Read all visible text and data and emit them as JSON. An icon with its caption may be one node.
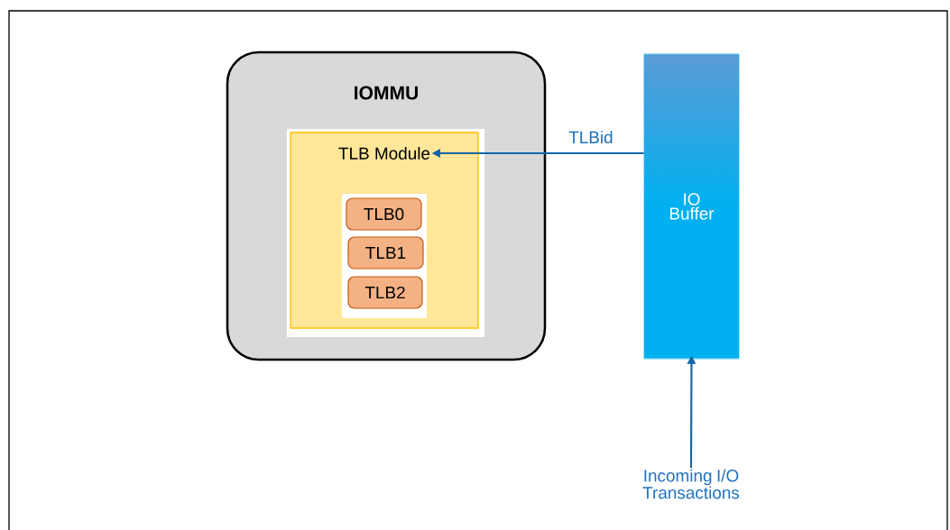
{
  "diagram": {
    "nodes": [
      {
        "text": [
          "IOMMU"
        ]
      },
      {
        "text": [
          "TLB Module"
        ],
        "in": 0
      },
      {
        "text": [
          "TLB0"
        ],
        "in": 1
      },
      {
        "text": [
          "TLB1"
        ],
        "in": 1
      },
      {
        "text": [
          "TLB2"
        ],
        "in": 1
      },
      {
        "text": [
          "IO Buffer"
        ]
      },
      {
        "text": [
          "Incoming I/O Transactions"
        ]
      }
    ],
    "edges": [
      {
        "from": 5,
        "to": 1,
        "arrow": "to",
        "label": "TLBid"
      },
      {
        "from": 6,
        "to": 5,
        "arrow": "to"
      }
    ]
  }
}
